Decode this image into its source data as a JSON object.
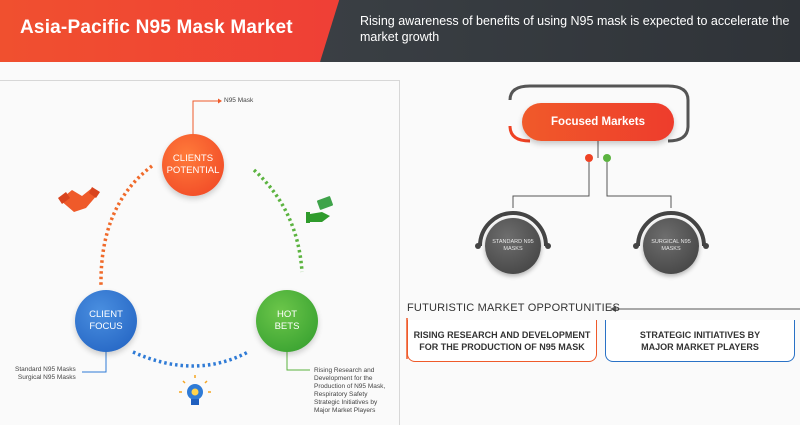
{
  "header": {
    "title": "Asia-Pacific N95 Mask Market",
    "subtitle": "Rising awareness of benefits of using N95 mask is expected to accelerate the market growth"
  },
  "cycle": {
    "clients_potential": {
      "line1": "CLIENTS",
      "line2": "POTENTIAL",
      "note": "N95 Mask"
    },
    "client_focus": {
      "line1": "CLIENT",
      "line2": "FOCUS",
      "note_lines": [
        "Standard N95 Masks",
        "Surgical N95 Masks"
      ]
    },
    "hot_bets": {
      "line1": "HOT",
      "line2": "BETS",
      "note_lines": [
        "Rising Research and",
        "Development for the",
        "Production of N95 Mask,",
        "Respiratory Safety",
        "Strategic Initiatives by",
        "Major Market Players"
      ]
    }
  },
  "focused_markets": {
    "title": "Focused Markets",
    "markets": [
      {
        "line1": "STANDARD N95",
        "line2": "MASKS"
      },
      {
        "line1": "SURGICAL N95",
        "line2": "MASKS"
      }
    ]
  },
  "opportunities": {
    "title": "FUTURISTIC MARKET OPPORTUNITIES",
    "items": [
      {
        "line1": "RISING RESEARCH AND DEVELOPMENT",
        "line2": "FOR THE PRODUCTION OF N95 MASK"
      },
      {
        "line1": "STRATEGIC INITIATIVES BY",
        "line2": "MAJOR MARKET PLAYERS"
      }
    ]
  },
  "colors": {
    "red": "#ef4224",
    "blue": "#1f5fbf",
    "green": "#2f9b2c",
    "dark": "#3a3f44"
  }
}
